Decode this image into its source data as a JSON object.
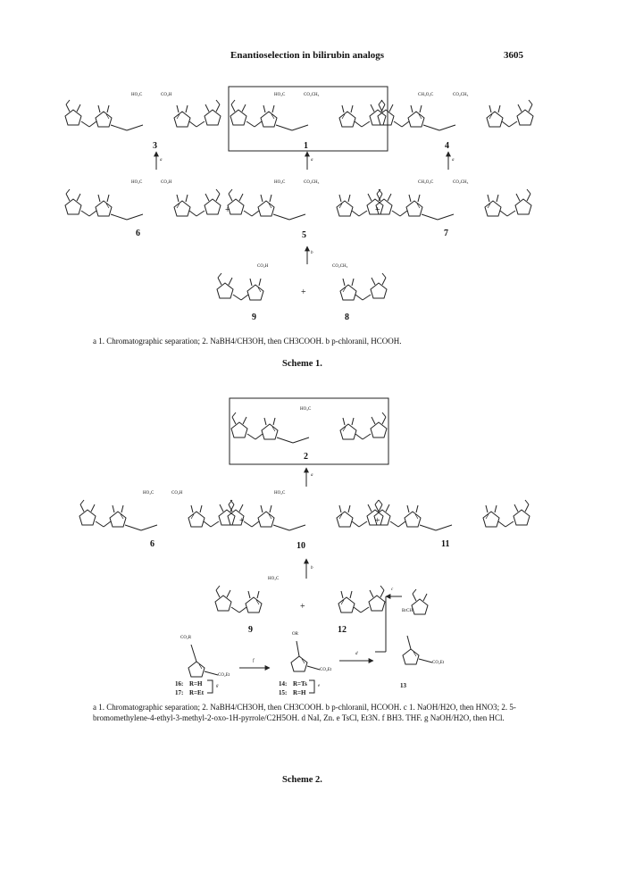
{
  "header": {
    "running_title": "Enantioselection in bilirubin analogs",
    "page_number": "3605"
  },
  "scheme1": {
    "compounds": {
      "c3": "3",
      "c1": "1",
      "c4": "4",
      "c6": "6",
      "c5": "5",
      "c7": "7",
      "c9": "9",
      "c8": "8"
    },
    "substituents": {
      "co2h": "CO₂H",
      "ho2c": "HO₂C",
      "co2ch3": "CO₂CH₃",
      "ch3o2c": "CH₃O₂C",
      "ch2": "CH₂",
      "ch": "CH",
      "n": "N",
      "h": "H",
      "o": "O",
      "plus": "+"
    },
    "arrow_labels": {
      "a": "a",
      "b": "b"
    },
    "footnote": "a 1. Chromatographic separation; 2. NaBH4/CH3OH, then CH3COOH. b p-chloranil, HCOOH.",
    "title": "Scheme 1."
  },
  "scheme2": {
    "compounds": {
      "c2": "2",
      "c6": "6",
      "c10": "10",
      "c11": "11",
      "c9": "9",
      "c12": "12",
      "c13": "13",
      "c16": "16:",
      "c17": "17:",
      "c14": "14:",
      "c15": "15:"
    },
    "r_groups": {
      "r16": "R=H",
      "r17": "R=Et",
      "r14": "R=Ts",
      "r15": "R=H"
    },
    "substituents": {
      "co2r": "CO₂R",
      "or": "OR",
      "co2et": "CO₂Et",
      "brch": "BrCH"
    },
    "arrow_labels": {
      "a": "a",
      "b": "b",
      "c": "c",
      "d": "d",
      "e": "e",
      "f": "f",
      "g": "g"
    },
    "footnote": "a 1. Chromatographic separation; 2. NaBH4/CH3OH, then CH3COOH. b p-chloranil, HCOOH. c 1. NaOH/H2O, then HNO3; 2. 5-bromomethylene-4-ethyl-3-methyl-2-oxo-1H-pyrrole/C2H5OH. d NaI, Zn. e TsCl, Et3N. f BH3. THF. g NaOH/H2O, then HCl.",
    "title": "Scheme 2."
  }
}
